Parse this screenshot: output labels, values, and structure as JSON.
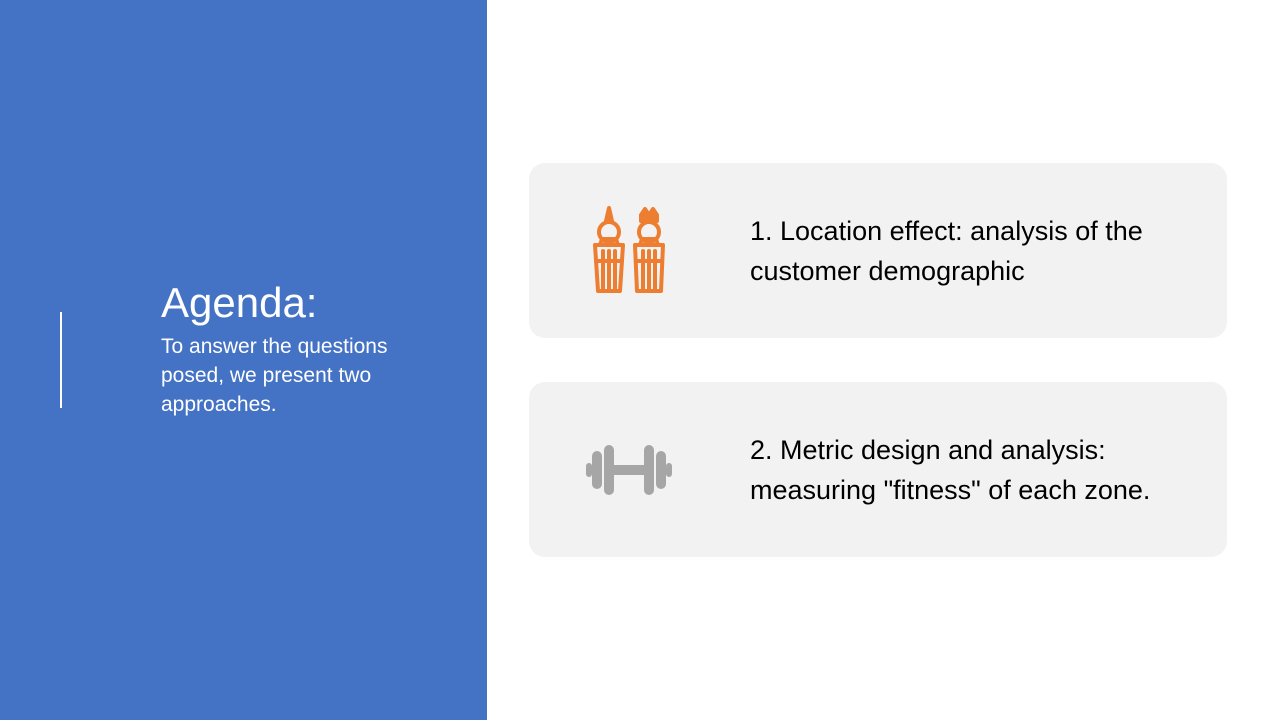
{
  "slide": {
    "title": "Agenda:",
    "subtitle": "To answer the questions posed, we present two approaches.",
    "colors": {
      "left_panel": "#4472c4",
      "card_background": "#f2f2f2",
      "figures_icon": "#ed7d31",
      "dumbbell_icon": "#a6a6a6"
    }
  },
  "items": [
    {
      "icon": "figures-icon",
      "text": "1. Location effect: analysis of the customer demographic"
    },
    {
      "icon": "dumbbell-icon",
      "text": "2. Metric design and analysis: measuring \"fitness\" of each zone."
    }
  ]
}
